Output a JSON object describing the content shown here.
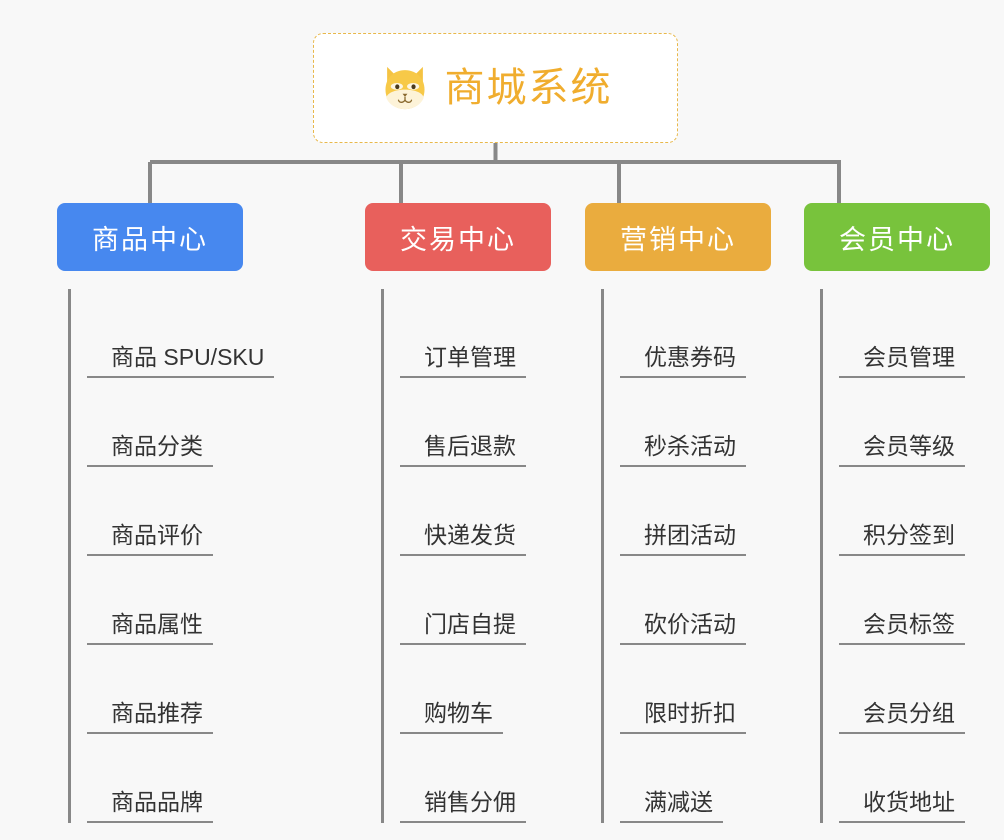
{
  "canvas": {
    "background": "#f8f8f8",
    "line_color": "#888888"
  },
  "root": {
    "title": "商城系统",
    "icon": "shiba-dog-face-icon",
    "border_color": "#e8b84b",
    "text_color": "#f0ad2e",
    "background": "#ffffff"
  },
  "columns": [
    {
      "header": "商品中心",
      "color": "#4788ef",
      "items": [
        "商品 SPU/SKU",
        "商品分类",
        "商品评价",
        "商品属性",
        "商品推荐",
        "商品品牌"
      ]
    },
    {
      "header": "交易中心",
      "color": "#e8605c",
      "items": [
        "订单管理",
        "售后退款",
        "快递发货",
        "门店自提",
        "购物车",
        "销售分佣"
      ]
    },
    {
      "header": "营销中心",
      "color": "#eaac3e",
      "items": [
        "优惠券码",
        "秒杀活动",
        "拼团活动",
        "砍价活动",
        "限时折扣",
        "满减送"
      ]
    },
    {
      "header": "会员中心",
      "color": "#78c33c",
      "items": [
        "会员管理",
        "会员等级",
        "积分签到",
        "会员标签",
        "会员分组",
        "收货地址"
      ]
    }
  ]
}
